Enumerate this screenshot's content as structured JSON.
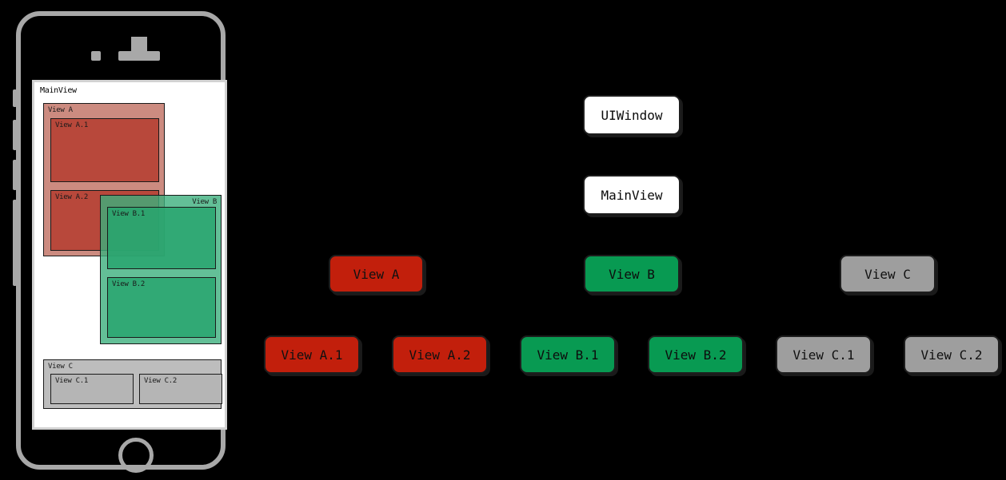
{
  "background_color": "#000000",
  "phone": {
    "frame_color": "#a8a8a8",
    "screen_bg": "#ffffff",
    "screen_label": "MainView",
    "views": [
      {
        "id": "view-a",
        "label": "View A",
        "label_align": "left",
        "color": "#cc8b80",
        "children": [
          {
            "id": "view-a1",
            "label": "View A.1",
            "color": "#b8483b"
          },
          {
            "id": "view-a2",
            "label": "View A.2",
            "color": "#b8483b"
          }
        ]
      },
      {
        "id": "view-b",
        "label": "View B",
        "label_align": "right",
        "color": "rgba(60,175,125,0.80)",
        "children": [
          {
            "id": "view-b1",
            "label": "View B.1",
            "color": "rgba(40,165,110,0.85)"
          },
          {
            "id": "view-b2",
            "label": "View B.2",
            "color": "rgba(40,165,110,0.85)"
          }
        ]
      },
      {
        "id": "view-c",
        "label": "View C",
        "label_align": "left",
        "color": "#bdbdbd",
        "children": [
          {
            "id": "view-c1",
            "label": "View C.1",
            "color": "#b5b5b5"
          },
          {
            "id": "view-c2",
            "label": "View C.2",
            "color": "#b5b5b5"
          }
        ]
      }
    ]
  },
  "tree": {
    "root": {
      "id": "uiwindow",
      "label": "UIWindow",
      "color": "#ffffff",
      "style": "white"
    },
    "main": {
      "id": "mainview",
      "label": "MainView",
      "color": "#ffffff",
      "style": "white"
    },
    "branches": [
      {
        "id": "view-a",
        "label": "View A",
        "color": "#c21f0c",
        "style": "red"
      },
      {
        "id": "view-b",
        "label": "View B",
        "color": "#089a52",
        "style": "green"
      },
      {
        "id": "view-c",
        "label": "View C",
        "color": "#9e9e9e",
        "style": "gray"
      }
    ],
    "leaves": [
      {
        "id": "view-a1",
        "label": "View A.1",
        "color": "#c21f0c",
        "style": "red"
      },
      {
        "id": "view-a2",
        "label": "View A.2",
        "color": "#c21f0c",
        "style": "red"
      },
      {
        "id": "view-b1",
        "label": "View B.1",
        "color": "#089a52",
        "style": "green"
      },
      {
        "id": "view-b2",
        "label": "View B.2",
        "color": "#089a52",
        "style": "green"
      },
      {
        "id": "view-c1",
        "label": "View C.1",
        "color": "#9e9e9e",
        "style": "gray"
      },
      {
        "id": "view-c2",
        "label": "View C.2",
        "color": "#9e9e9e",
        "style": "gray"
      }
    ],
    "edge_color": "#000000"
  }
}
